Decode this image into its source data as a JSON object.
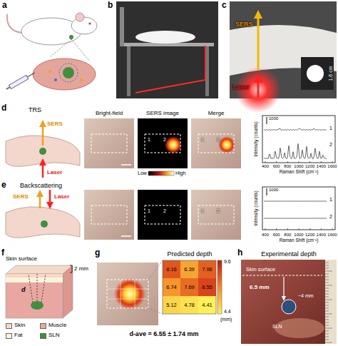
{
  "diagram": {
    "labels": [
      "a",
      "b",
      "c",
      "SERS",
      "Laser",
      "1.6 cm",
      "d",
      "TRS",
      "SERS",
      "Laser",
      "Bright-field",
      "SERS image",
      "Merge",
      "1",
      "2",
      "1",
      "2",
      "Low",
      "High",
      "1000",
      "1",
      "2",
      "Intensity (counts)",
      "400",
      "600",
      "800",
      "1000",
      "1200",
      "1400",
      "1600",
      "Raman Shift (cm⁻¹)",
      "e",
      "Backscattering",
      "SERS",
      "Laser",
      "1",
      "2",
      "1",
      "2",
      "1000",
      "1",
      "2",
      "Intensity (counts)",
      "400",
      "600",
      "800",
      "1000",
      "1200",
      "1400",
      "1600",
      "Raman Shift (cm⁻¹)",
      "f",
      "Skin surface",
      "2 mm",
      "d",
      "g",
      "Predicted depth",
      "8.16",
      "6.39",
      "7.96",
      "6.74",
      "7.69",
      "8.55",
      "5.12",
      "4.78",
      "4.41",
      "9.6",
      "4.4",
      "(mm)",
      "d-ave = 6.55 ± 1.74 mm",
      "h",
      "Experimental depth",
      "Skin surface",
      "6.5 mm",
      "~4 mm",
      "SLN"
    ],
    "legend": [
      {
        "text": "Skin",
        "color": "#f4d9c6"
      },
      {
        "text": "Muscle",
        "color": "#e9a7a2"
      },
      {
        "text": "Fat",
        "color": "#fbf3dc"
      },
      {
        "text": "SLN",
        "color": "#3f8f3f"
      }
    ]
  }
}
